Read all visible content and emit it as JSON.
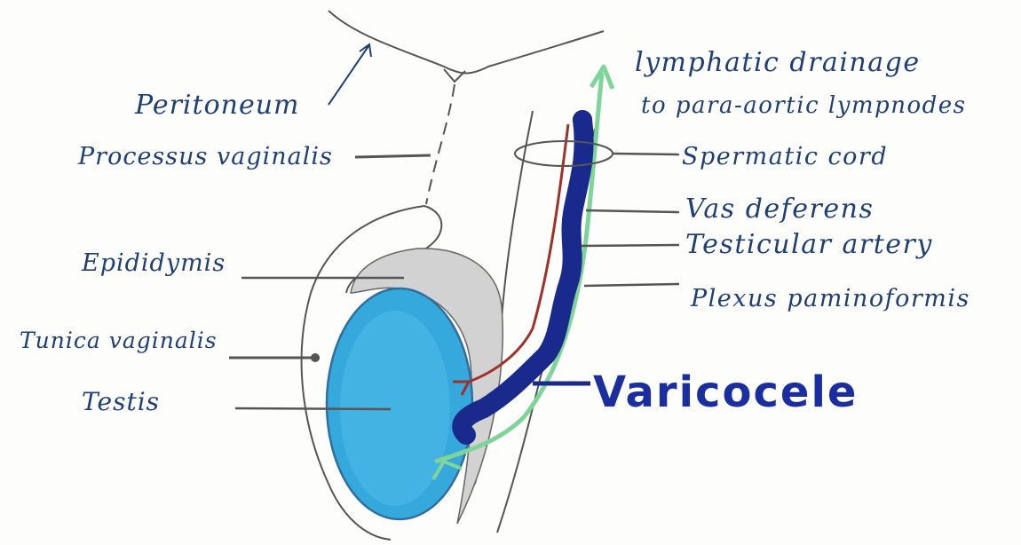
{
  "diagram": {
    "labels": {
      "peritoneum": "Peritoneum",
      "processus_vaginalis": "Processus vaginalis",
      "epididymis": "Epididymis",
      "tunica_vaginalis": "Tunica vaginalis",
      "testis": "Testis",
      "lymphatic_line1": "lymphatic drainage",
      "lymphatic_line2": "to para-aortic lympnodes",
      "spermatic_cord": "Spermatic cord",
      "vas_deferens": "Vas deferens",
      "testicular_artery": "Testicular artery",
      "plexus": "Plexus paminoformis",
      "varicocele": "Varicocele"
    },
    "colors": {
      "ink": "#1f3f75",
      "pencil": "#555555",
      "testis": "#35a8dc",
      "plexus_vein": "#1a2a8c",
      "artery": "#a0302a",
      "lymph": "#7fd49a",
      "epididymis_fill": "#d2d2d2"
    }
  }
}
